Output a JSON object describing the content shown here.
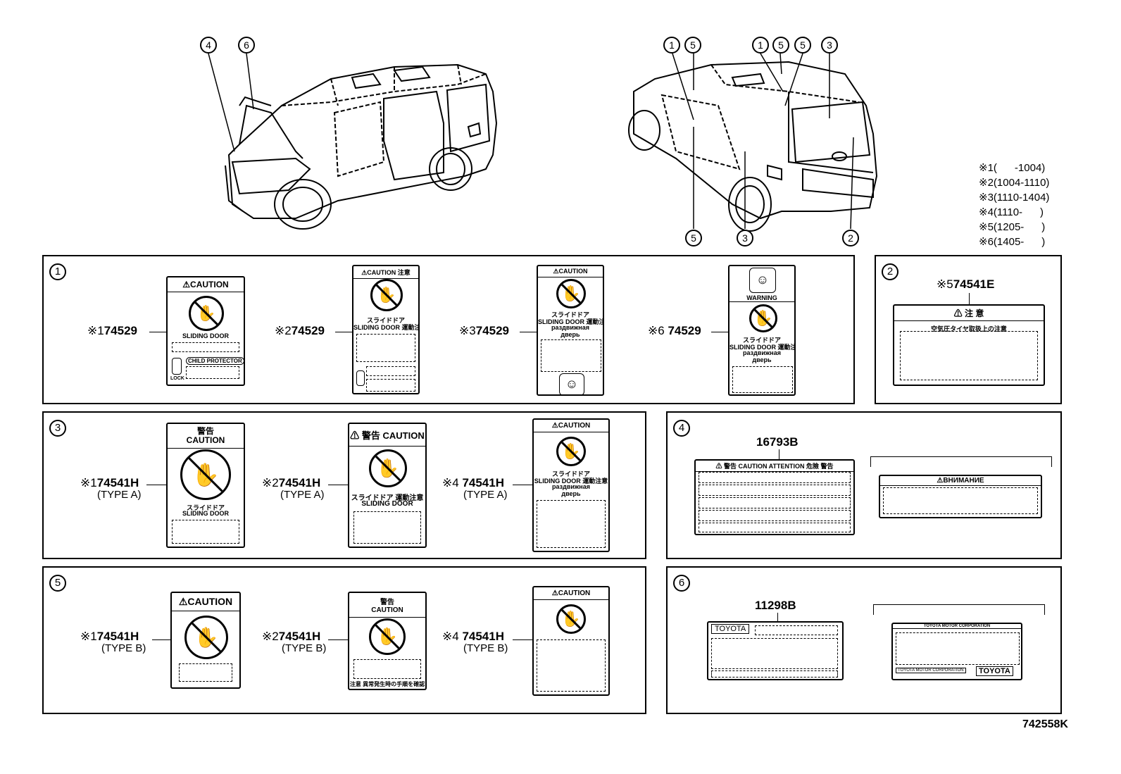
{
  "legend": [
    {
      "mark": "※1",
      "range": "(      -1004)"
    },
    {
      "mark": "※2",
      "range": "(1004-1110)"
    },
    {
      "mark": "※3",
      "range": "(1110-1404)"
    },
    {
      "mark": "※4",
      "range": "(1110-      )"
    },
    {
      "mark": "※5",
      "range": "(1205-      )"
    },
    {
      "mark": "※6",
      "range": "(1405-      )"
    }
  ],
  "front_view_callouts": [
    "4",
    "6"
  ],
  "rear_view_callouts_top": [
    "1",
    "5",
    "1",
    "5",
    "5",
    "3"
  ],
  "rear_view_callouts_bottom": [
    "5",
    "3",
    "2"
  ],
  "panels": {
    "p1": {
      "num": "1",
      "items": [
        {
          "mark": "※1",
          "code": "74529"
        },
        {
          "mark": "※2",
          "code": "74529"
        },
        {
          "mark": "※3",
          "code": "74529"
        },
        {
          "mark": "※6",
          "code": "74529"
        }
      ]
    },
    "p2": {
      "num": "2",
      "items": [
        {
          "mark": "※5",
          "code": "74541E"
        }
      ]
    },
    "p3": {
      "num": "3",
      "items": [
        {
          "mark": "※1",
          "code": "74541H",
          "type": "(TYPE A)"
        },
        {
          "mark": "※2",
          "code": "74541H",
          "type": "(TYPE A)"
        },
        {
          "mark": "※4",
          "code": "74541H",
          "type": "(TYPE A)"
        }
      ]
    },
    "p4": {
      "num": "4",
      "items": [
        {
          "code": "16793B"
        }
      ]
    },
    "p5": {
      "num": "5",
      "items": [
        {
          "mark": "※1",
          "code": "74541H",
          "type": "(TYPE B)"
        },
        {
          "mark": "※2",
          "code": "74541H",
          "type": "(TYPE B)"
        },
        {
          "mark": "※4",
          "code": "74541H",
          "type": "(TYPE B)"
        }
      ]
    },
    "p6": {
      "num": "6",
      "items": [
        {
          "code": "11298B"
        }
      ]
    }
  },
  "label_texts": {
    "caution": "⚠CAUTION",
    "caution_jp": "⚠CAUTION 注意",
    "caution_kanji": "⚠ 警告 CAUTION",
    "keikoku_caution": "警告\nCAUTION",
    "sliding_door": "SLIDING DOOR",
    "sliding_door_jp": "スライドドア",
    "sliding_door_jp2": "スライドドア 運動注意",
    "sliding_door_ja_line": "SLIDING DOOR 運動注意",
    "child_protector": "CHILD PROTECTOR",
    "lock": "LOCK",
    "ru_line1": "раздвижная",
    "ru_line2": "дверь",
    "warning": "WARNING",
    "chui": "⚠  注  意",
    "chui_sub": "空気圧タイヤ取扱上の注意",
    "caution_attention": "⚠ 警告 CAUTION ATTENTION 危險 警告",
    "vnimanie": "⚠ВНИМАНИЕ",
    "toyota": "TOYOTA",
    "toyota_corp": "TOYOTA MOTOR CORPORATION",
    "jp_bottom": "注意 異常発生時の手順を確認"
  },
  "ref_code": "742558K"
}
